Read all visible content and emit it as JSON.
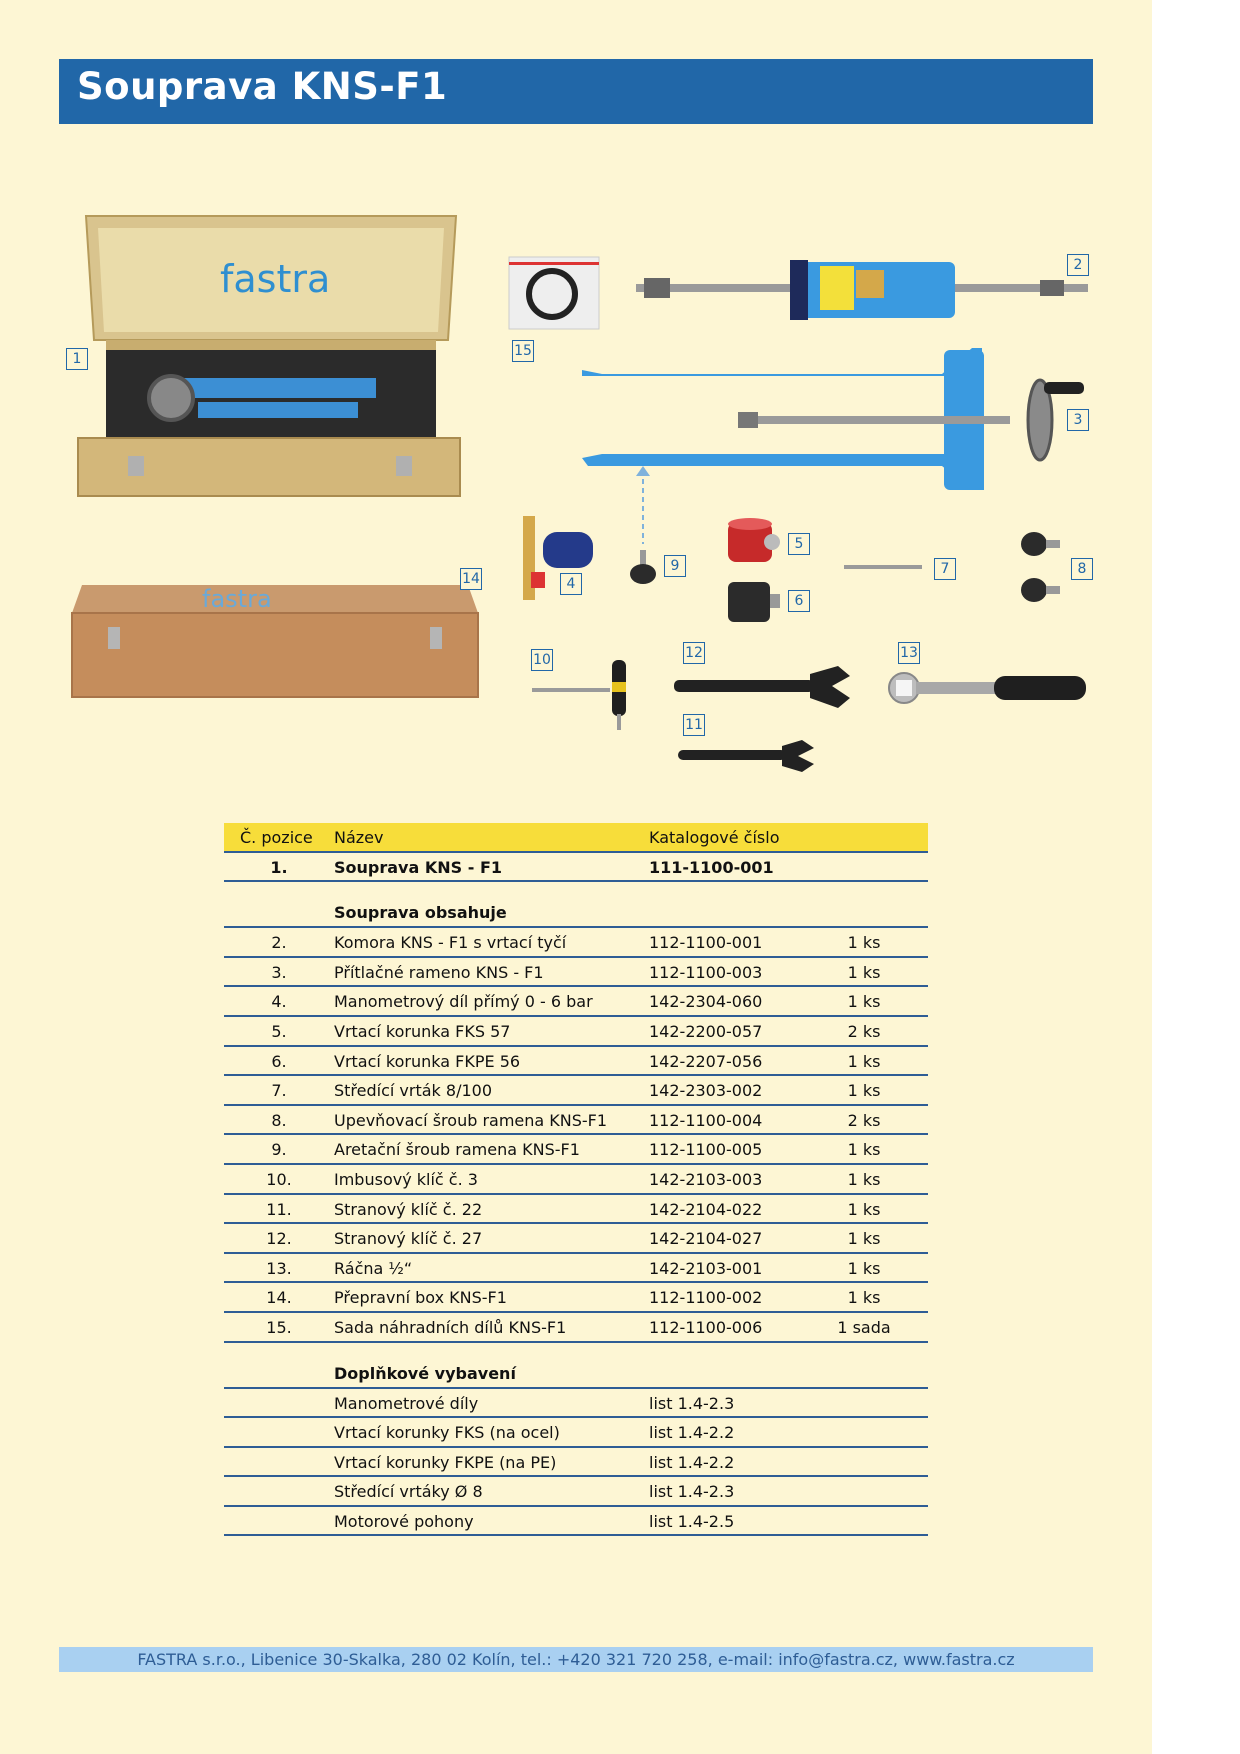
{
  "header": {
    "title": "Souprava KNS-F1"
  },
  "brand": {
    "logo_text": "fastra",
    "accent": "#2167a8",
    "table_header_color": "#f7dd3a",
    "footer_color": "#a9d0f1"
  },
  "figure": {
    "labels": [
      "1",
      "2",
      "3",
      "4",
      "5",
      "6",
      "7",
      "8",
      "9",
      "10",
      "11",
      "12",
      "13",
      "14",
      "15"
    ]
  },
  "table": {
    "headers": {
      "position": "Č. pozice",
      "name": "Název",
      "catalog": "Katalogové číslo"
    },
    "main_item": {
      "position": "1.",
      "name": "Souprava KNS - F1",
      "catalog": "111-1100-001"
    },
    "contents_heading": "Souprava obsahuje",
    "contents": [
      {
        "position": "2.",
        "name": "Komora KNS - F1 s vrtací tyčí",
        "catalog": "112-1100-001",
        "qty": "1 ks"
      },
      {
        "position": "3.",
        "name": "Přítlačné rameno KNS - F1",
        "catalog": "112-1100-003",
        "qty": "1 ks"
      },
      {
        "position": "4.",
        "name": "Manometrový díl přímý 0 - 6 bar",
        "catalog": "142-2304-060",
        "qty": "1 ks"
      },
      {
        "position": "5.",
        "name": "Vrtací korunka FKS 57",
        "catalog": "142-2200-057",
        "qty": "2 ks"
      },
      {
        "position": "6.",
        "name": "Vrtací korunka FKPE 56",
        "catalog": "142-2207-056",
        "qty": "1 ks"
      },
      {
        "position": "7.",
        "name": "Středící vrták 8/100",
        "catalog": "142-2303-002",
        "qty": "1 ks"
      },
      {
        "position": "8.",
        "name": "Upevňovací šroub ramena KNS-F1",
        "catalog": "112-1100-004",
        "qty": "2 ks"
      },
      {
        "position": "9.",
        "name": "Aretační šroub ramena KNS-F1",
        "catalog": "112-1100-005",
        "qty": "1 ks"
      },
      {
        "position": "10.",
        "name": "Imbusový klíč č. 3",
        "catalog": "142-2103-003",
        "qty": "1 ks"
      },
      {
        "position": "11.",
        "name": "Stranový klíč č. 22",
        "catalog": "142-2104-022",
        "qty": "1 ks"
      },
      {
        "position": "12.",
        "name": "Stranový klíč č. 27",
        "catalog": "142-2104-027",
        "qty": "1 ks"
      },
      {
        "position": "13.",
        "name": "Ráčna ½“",
        "catalog": "142-2103-001",
        "qty": "1 ks"
      },
      {
        "position": "14.",
        "name": "Přepravní box KNS-F1",
        "catalog": "112-1100-002",
        "qty": "1 ks"
      },
      {
        "position": "15.",
        "name": "Sada náhradních dílů KNS-F1",
        "catalog": "112-1100-006",
        "qty": "1 sada"
      }
    ],
    "accessories_heading": "Doplňkové vybavení",
    "accessories": [
      {
        "name": "Manometrové díly",
        "catalog": "list 1.4-2.3"
      },
      {
        "name": "Vrtací korunky FKS (na ocel)",
        "catalog": "list 1.4-2.2"
      },
      {
        "name": "Vrtací korunky FKPE (na PE)",
        "catalog": "list 1.4-2.2"
      },
      {
        "name": "Středící vrtáky Ø 8",
        "catalog": "list 1.4-2.3"
      },
      {
        "name": "Motorové pohony",
        "catalog": "list 1.4-2.5"
      }
    ]
  },
  "footer": {
    "text": "FASTRA s.r.o., Libenice 30-Skalka, 280 02 Kolín, tel.: +420 321 720 258, e-mail: info@fastra.cz, www.fastra.cz"
  }
}
